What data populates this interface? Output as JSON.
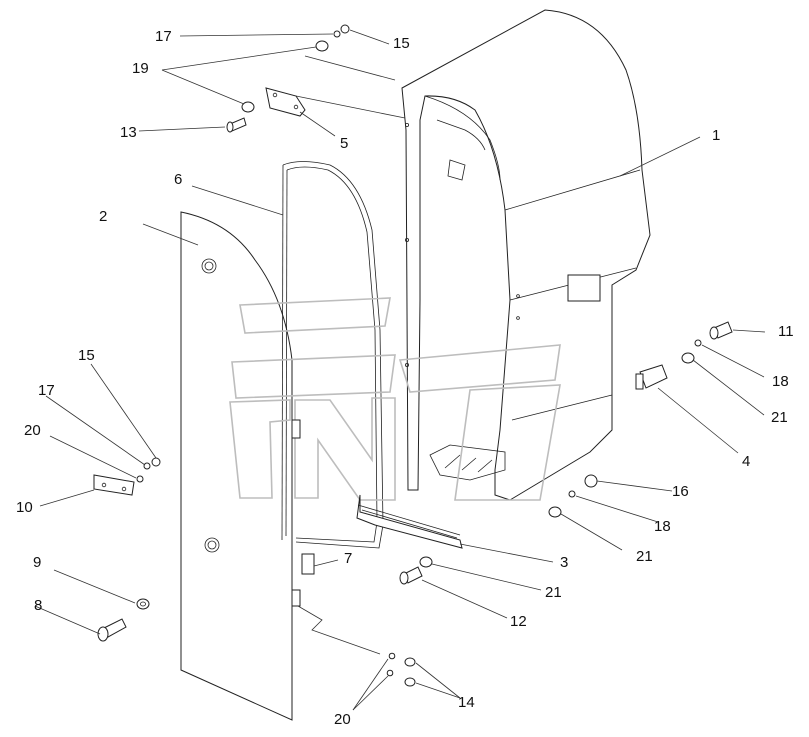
{
  "diagram": {
    "callouts": [
      {
        "id": "c1",
        "label": "1"
      },
      {
        "id": "c2",
        "label": "2"
      },
      {
        "id": "c3",
        "label": "3"
      },
      {
        "id": "c4",
        "label": "4"
      },
      {
        "id": "c5",
        "label": "5"
      },
      {
        "id": "c6",
        "label": "6"
      },
      {
        "id": "c7",
        "label": "7"
      },
      {
        "id": "c8",
        "label": "8"
      },
      {
        "id": "c9",
        "label": "9"
      },
      {
        "id": "c10",
        "label": "10"
      },
      {
        "id": "c11",
        "label": "11"
      },
      {
        "id": "c12",
        "label": "12"
      },
      {
        "id": "c13",
        "label": "13"
      },
      {
        "id": "c14",
        "label": "14"
      },
      {
        "id": "c15a",
        "label": "15"
      },
      {
        "id": "c15b",
        "label": "15"
      },
      {
        "id": "c16",
        "label": "16"
      },
      {
        "id": "c17a",
        "label": "17"
      },
      {
        "id": "c17b",
        "label": "17"
      },
      {
        "id": "c18a",
        "label": "18"
      },
      {
        "id": "c18b",
        "label": "18"
      },
      {
        "id": "c19",
        "label": "19"
      },
      {
        "id": "c20a",
        "label": "20"
      },
      {
        "id": "c20b",
        "label": "20"
      },
      {
        "id": "c21a",
        "label": "21"
      },
      {
        "id": "c21b",
        "label": "21"
      },
      {
        "id": "c21c",
        "label": "21"
      }
    ]
  }
}
